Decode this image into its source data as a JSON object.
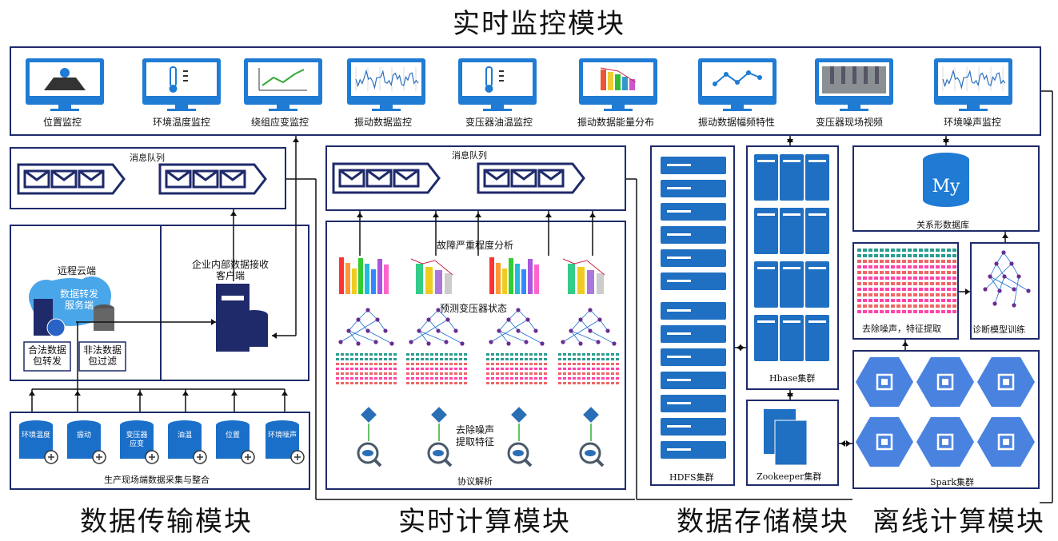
{
  "titles": {
    "realtime_monitoring": "实时监控模块",
    "data_transmission": "数据传输模块",
    "realtime_compute": "实时计算模块",
    "data_storage": "数据存储模块",
    "offline_compute": "离线计算模块"
  },
  "monitors": [
    {
      "label": "位置监控",
      "icon": "location-map-icon"
    },
    {
      "label": "环境温度监控",
      "icon": "thermometer-icon"
    },
    {
      "label": "绕组应变监控",
      "icon": "line-chart-icon"
    },
    {
      "label": "振动数据监控",
      "icon": "waveform-icon"
    },
    {
      "label": "变压器油温监控",
      "icon": "thermometer-icon"
    },
    {
      "label": "振动数据能量分布",
      "icon": "bar-chart-icon"
    },
    {
      "label": "振动数据幅频特性",
      "icon": "trend-icon"
    },
    {
      "label": "变压器现场视频",
      "icon": "transformer-photo-icon"
    },
    {
      "label": "环境噪声监控",
      "icon": "waveform-icon"
    }
  ],
  "transmission": {
    "queue_label": "消息队列",
    "cloud_label": "远程云端",
    "server_label": "数据转发\n服务端",
    "legal_forward": "合法数据\n包转发",
    "illegal_filter": "非法数据\n包过滤",
    "client_label": "企业内部数据接收\n客户端",
    "sources": [
      "环境温度",
      "振动",
      "变压器\n应变",
      "油温",
      "位置",
      "环境噪声"
    ],
    "collection_label": "生产现场端数据采集与整合"
  },
  "compute": {
    "queue_label": "消息队列",
    "fault_label": "故障严重程度分析",
    "predict_label": "预测变压器状态",
    "denoise_label": "去除噪声\n提取特征",
    "protocol_label": "协议解析"
  },
  "storage": {
    "hdfs_label": "HDFS集群",
    "hbase_label": "Hbase集群",
    "zookeeper_label": "Zookeeper集群"
  },
  "offline": {
    "rdb_label": "关系形数据库",
    "mysql_icon_text": "My",
    "denoise_label": "去除噪声，特征提取",
    "train_label": "诊断模型训练",
    "spark_label": "Spark集群"
  },
  "colors": {
    "navy": "#1f2a6b",
    "blue": "#1f7bd4",
    "cloud": "#49a6e9",
    "gcp": "#4a82e0"
  }
}
